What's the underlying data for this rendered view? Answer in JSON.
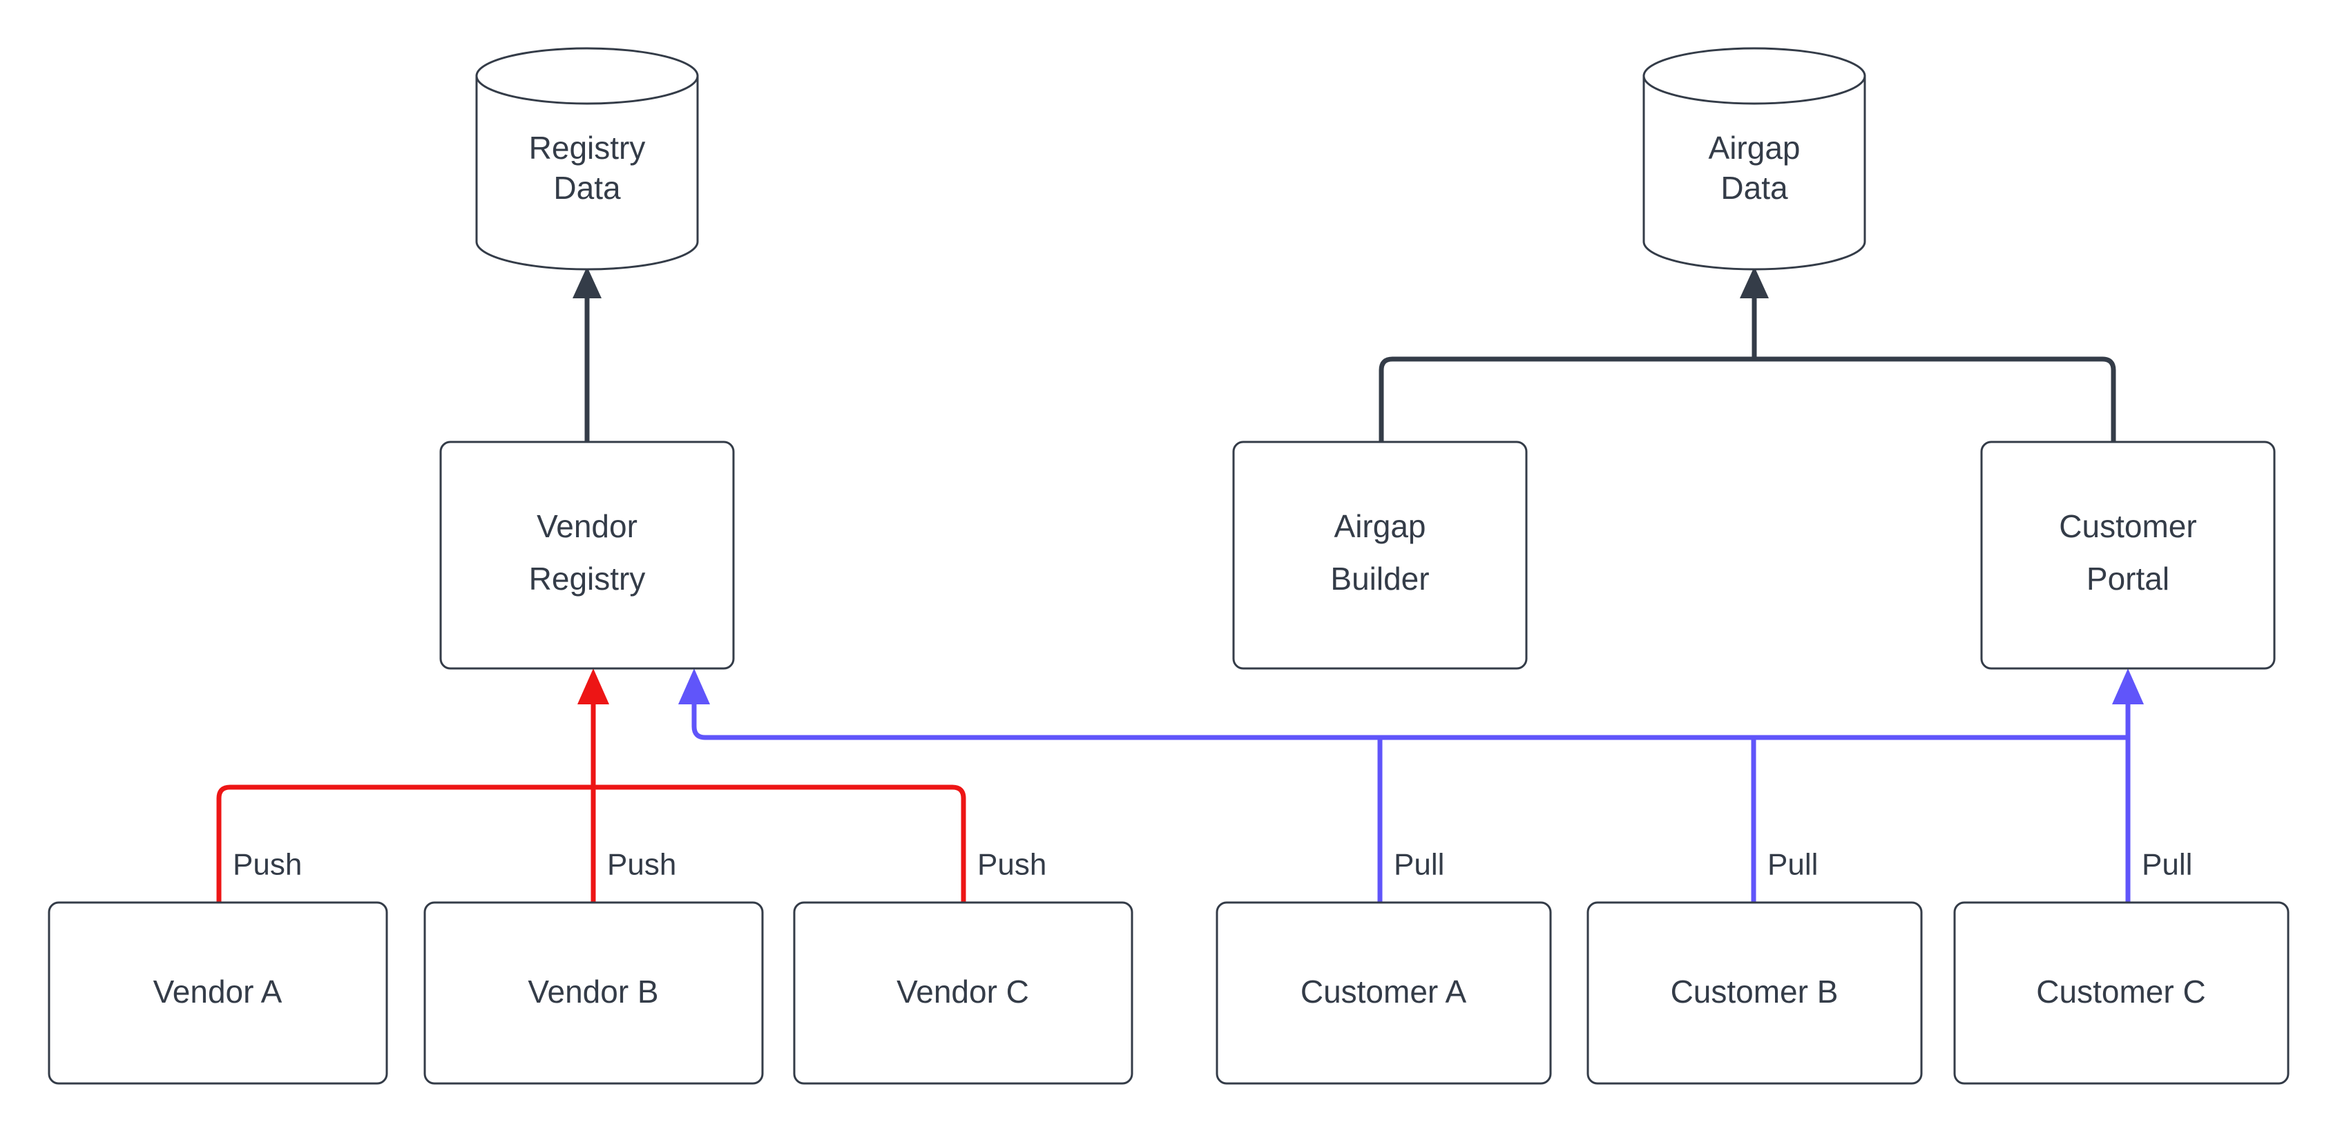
{
  "diagram": {
    "background_color": "#ffffff",
    "stroke_color": "#343c48",
    "push_color": "#ed1515",
    "pull_color": "#6055fa",
    "nodes": {
      "registry_data": {
        "label_line1": "Registry",
        "label_line2": "Data",
        "shape": "cylinder"
      },
      "airgap_data": {
        "label_line1": "Airgap",
        "label_line2": "Data",
        "shape": "cylinder"
      },
      "vendor_registry": {
        "label_line1": "Vendor",
        "label_line2": "Registry",
        "shape": "rounded-rect"
      },
      "airgap_builder": {
        "label_line1": "Airgap",
        "label_line2": "Builder",
        "shape": "rounded-rect"
      },
      "customer_portal": {
        "label_line1": "Customer",
        "label_line2": "Portal",
        "shape": "rounded-rect"
      },
      "vendor_a": {
        "label": "Vendor A",
        "shape": "rounded-rect"
      },
      "vendor_b": {
        "label": "Vendor B",
        "shape": "rounded-rect"
      },
      "vendor_c": {
        "label": "Vendor C",
        "shape": "rounded-rect"
      },
      "customer_a": {
        "label": "Customer A",
        "shape": "rounded-rect"
      },
      "customer_b": {
        "label": "Customer B",
        "shape": "rounded-rect"
      },
      "customer_c": {
        "label": "Customer C",
        "shape": "rounded-rect"
      }
    },
    "edge_labels": {
      "push_a": "Push",
      "push_b": "Push",
      "push_c": "Push",
      "pull_a": "Pull",
      "pull_b": "Pull",
      "pull_c": "Pull"
    }
  }
}
